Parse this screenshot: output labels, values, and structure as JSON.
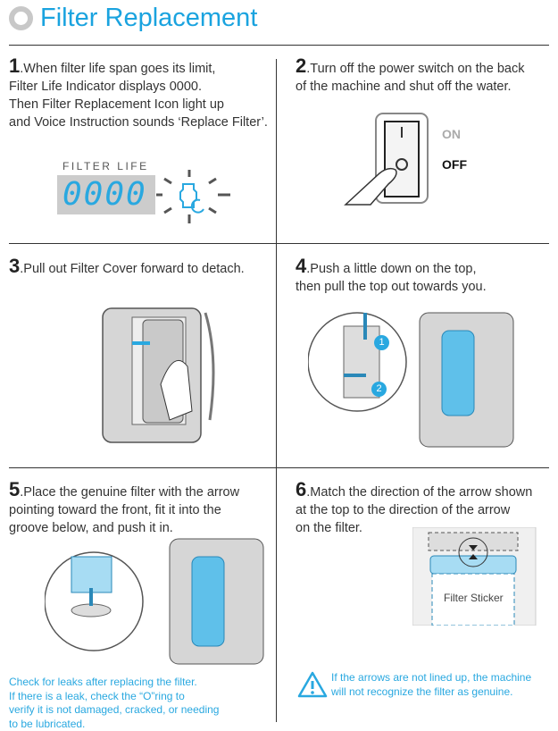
{
  "header": {
    "title": "Filter Replacement",
    "icon": "circle-ring-icon"
  },
  "steps": [
    {
      "num": "1",
      "text": ".When filter life span goes its limit, Filter Life Indicator displays 0000. Then Filter Replacement Icon light up and Voice Instruction sounds ‘Replace Filter’.",
      "lines": [
        ".When filter life span goes its limit,",
        "Filter Life Indicator displays 0000.",
        "Then Filter Replacement Icon light up",
        "and Voice Instruction sounds ‘Replace Filter’."
      ]
    },
    {
      "num": "2",
      "lines": [
        ".Turn off the power switch on the back",
        "of the machine and shut off the water."
      ]
    },
    {
      "num": "3",
      "lines": [
        ".Pull out Filter Cover forward to detach."
      ]
    },
    {
      "num": "4",
      "lines": [
        ".Push a little down on the top,",
        "then pull the top out towards you."
      ]
    },
    {
      "num": "5",
      "lines": [
        ".Place the genuine filter with the arrow",
        "pointing toward the front, fit it into the",
        "groove below, and push it in."
      ]
    },
    {
      "num": "6",
      "lines": [
        ".Match the direction of the arrow shown",
        "at the top to the direction of the arrow",
        "on the filter."
      ]
    }
  ],
  "display": {
    "label": "FILTER LIFE",
    "value": "0000"
  },
  "switch": {
    "on": "ON",
    "off": "OFF"
  },
  "callouts": {
    "one": "1",
    "two": "2"
  },
  "sticker": "Filter Sticker",
  "notes": {
    "leak": [
      "Check for leaks after replacing the filter.",
      "If there is a leak, check the “O”ring to",
      "verify it is not damaged, cracked, or needing",
      "to be lubricated."
    ],
    "warning": [
      "If the arrows are not lined up, the machine",
      "will not recognize the filter as genuine."
    ]
  },
  "colors": {
    "accent": "#1aa3df",
    "text": "#333333"
  }
}
